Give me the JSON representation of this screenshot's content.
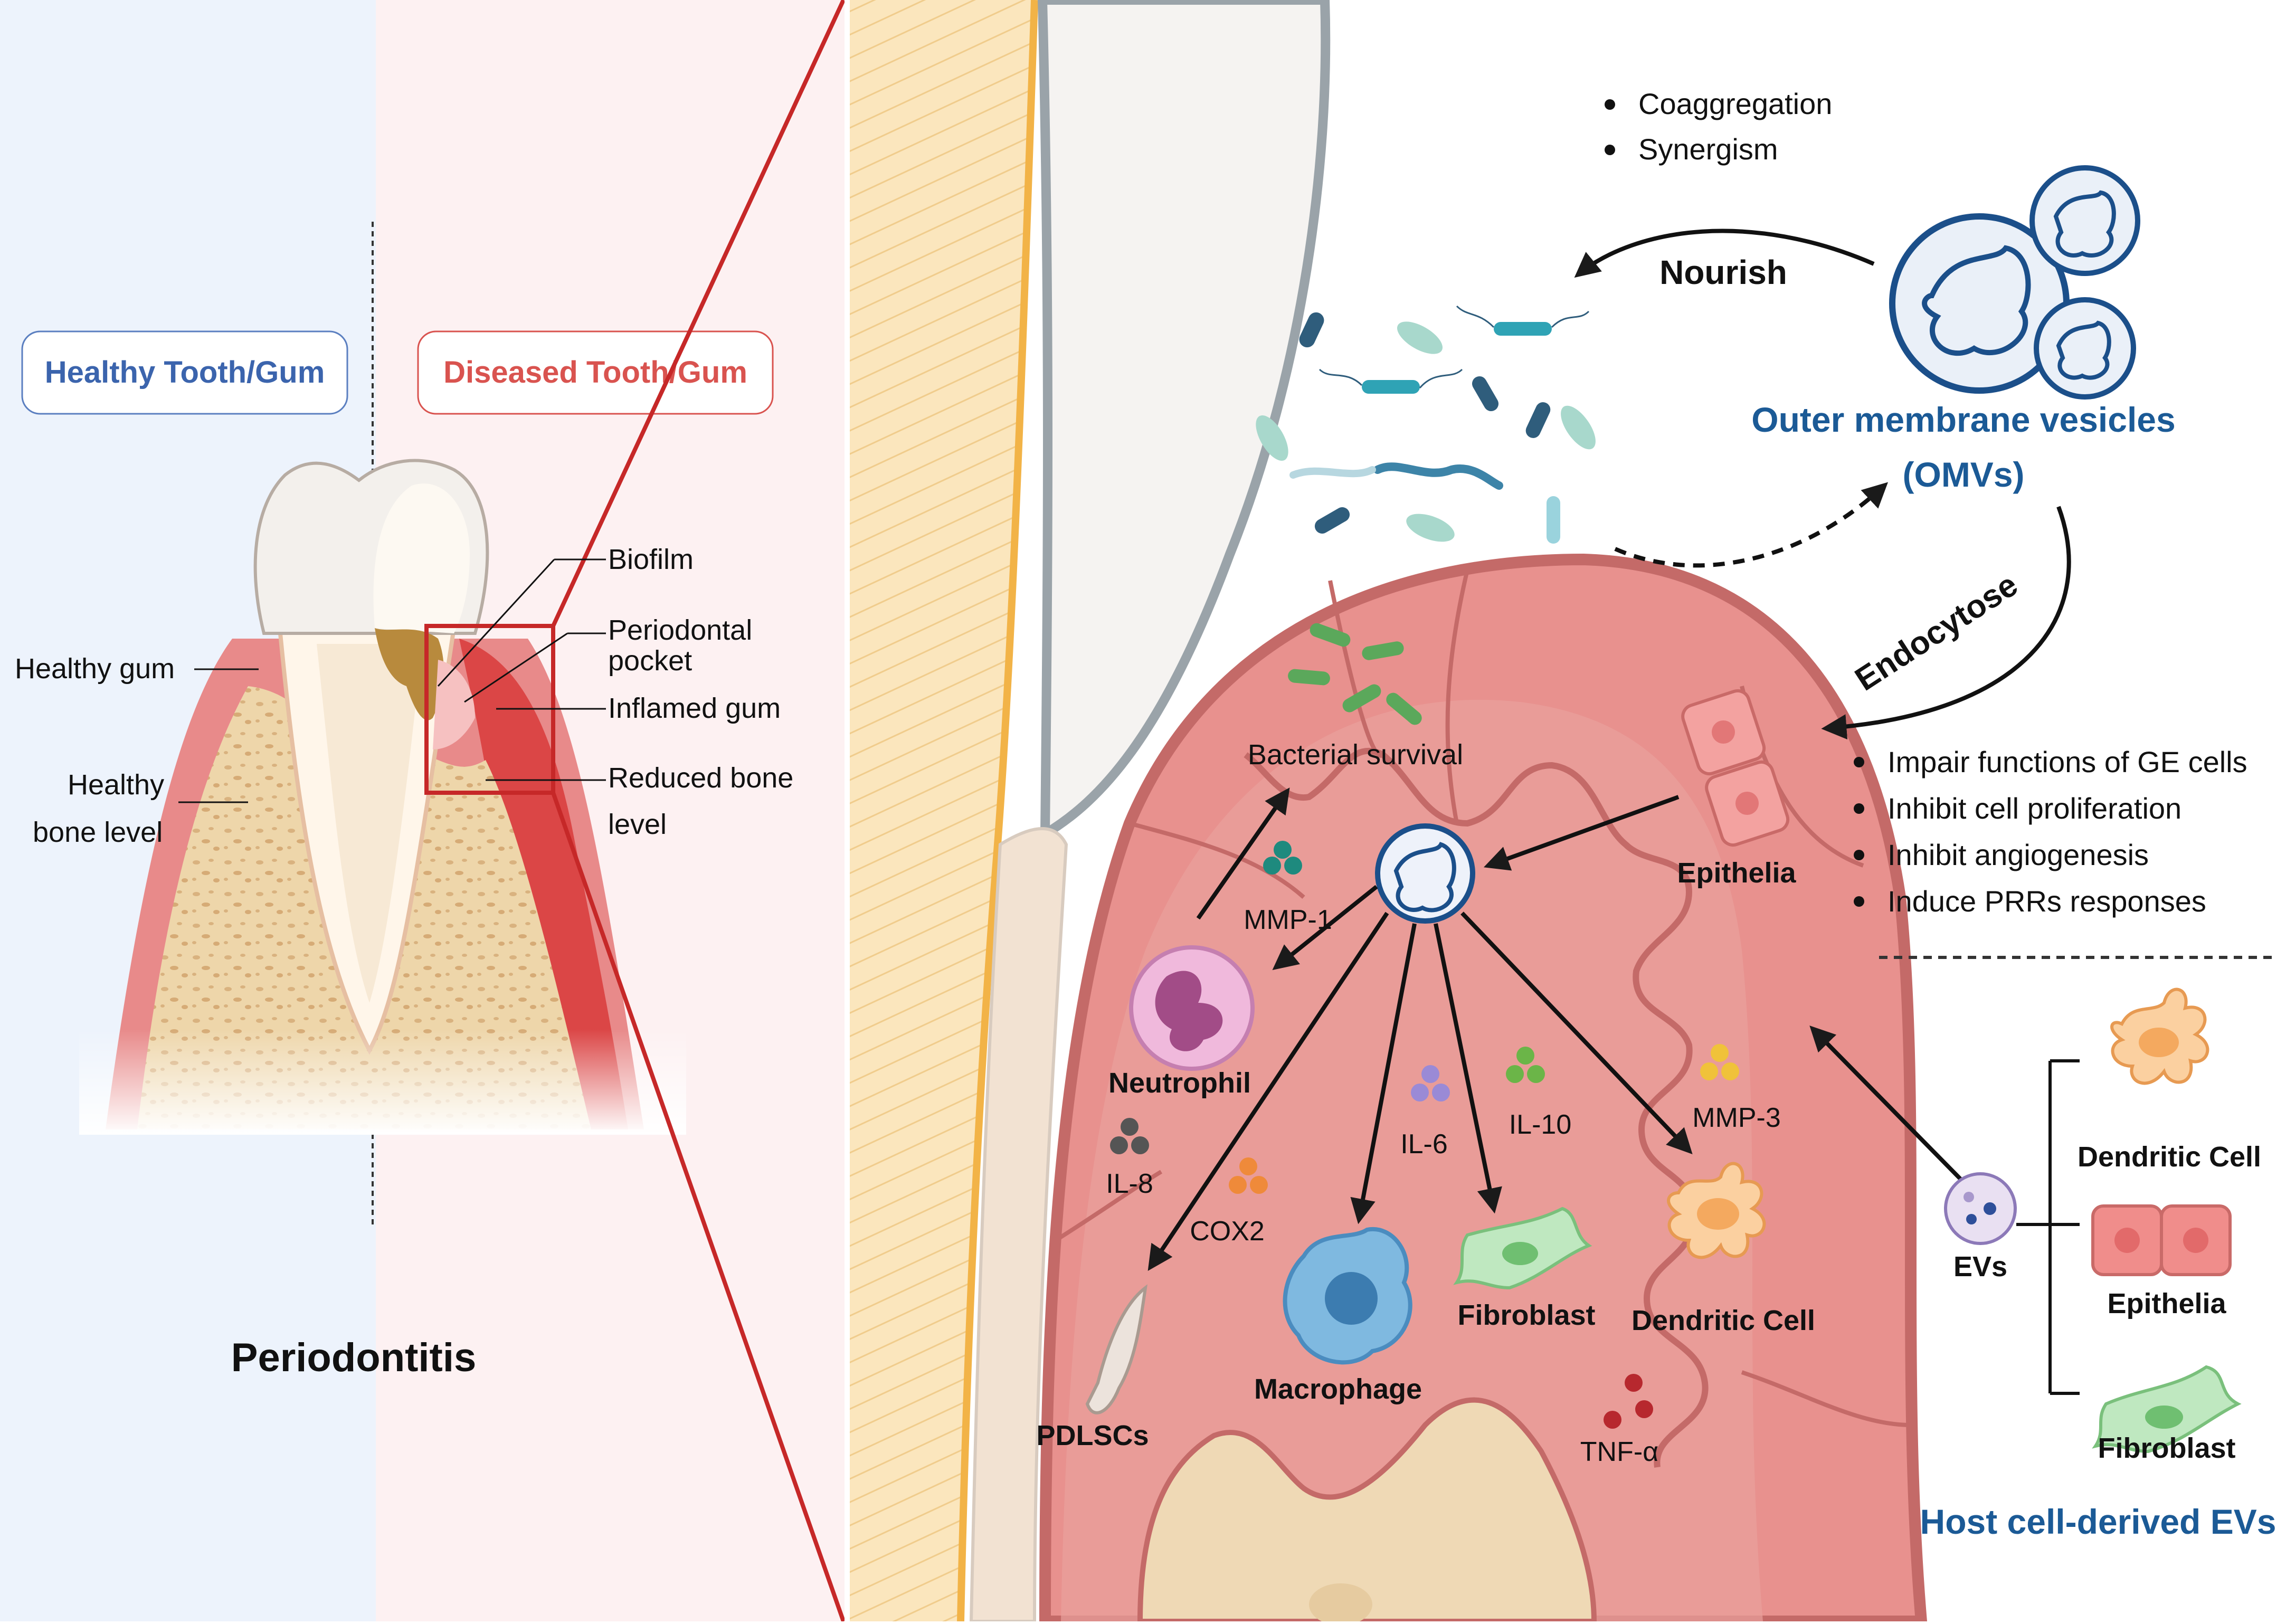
{
  "left_panel": {
    "healthy_title": "Healthy Tooth/Gum",
    "diseased_title": "Diseased Tooth/Gum",
    "labels": {
      "healthy_gum": "Healthy gum",
      "healthy_bone_1": "Healthy",
      "healthy_bone_2": "bone level",
      "biofilm": "Biofilm",
      "periodontal_pocket_1": "Periodontal",
      "periodontal_pocket_2": "pocket",
      "inflamed_gum": "Inflamed gum",
      "reduced_bone_1": "Reduced bone",
      "reduced_bone_2": "level"
    },
    "condition": "Periodontitis"
  },
  "top_right": {
    "bullets": [
      "Coaggregation",
      "Synergism"
    ],
    "nourish": "Nourish",
    "omv_title_1": "Outer membrane vesicles",
    "omv_title_2": "(OMVs)",
    "endocytose": "Endocytose",
    "effects": [
      "Impair functions of GE cells",
      "Inhibit cell proliferation",
      "Inhibit angiogenesis",
      "Induce PRRs responses"
    ]
  },
  "tissue": {
    "bacterial_survival": "Bacterial survival",
    "cells": {
      "epithelia": "Epithelia",
      "neutrophil": "Neutrophil",
      "macrophage": "Macrophage",
      "fibroblast": "Fibroblast",
      "dendritic": "Dendritic Cell",
      "pdlscs": "PDLSCs"
    },
    "mediators": {
      "mmp1": "MMP-1",
      "il8": "IL-8",
      "cox2": "COX2",
      "il6": "IL-6",
      "il10": "IL-10",
      "mmp3": "MMP-3",
      "tnfa": "TNF-α"
    }
  },
  "host_evs": {
    "evs": "EVs",
    "dendritic": "Dendritic Cell",
    "epithelia": "Epithelia",
    "fibroblast": "Fibroblast",
    "title": "Host cell-derived EVs"
  },
  "colors": {
    "healthy_bg": "#edf3fc",
    "diseased_bg": "#fdf1f2",
    "healthy_blue": "#3b64ad",
    "diseased_red": "#d9534f",
    "red_line": "#c62828",
    "omv_blue": "#1b4f8a",
    "gum_pink": "#e7948f",
    "gum_border": "#c46a68",
    "bone": "#f0dcb7",
    "enamel_stripe": "#f7d7a0"
  }
}
